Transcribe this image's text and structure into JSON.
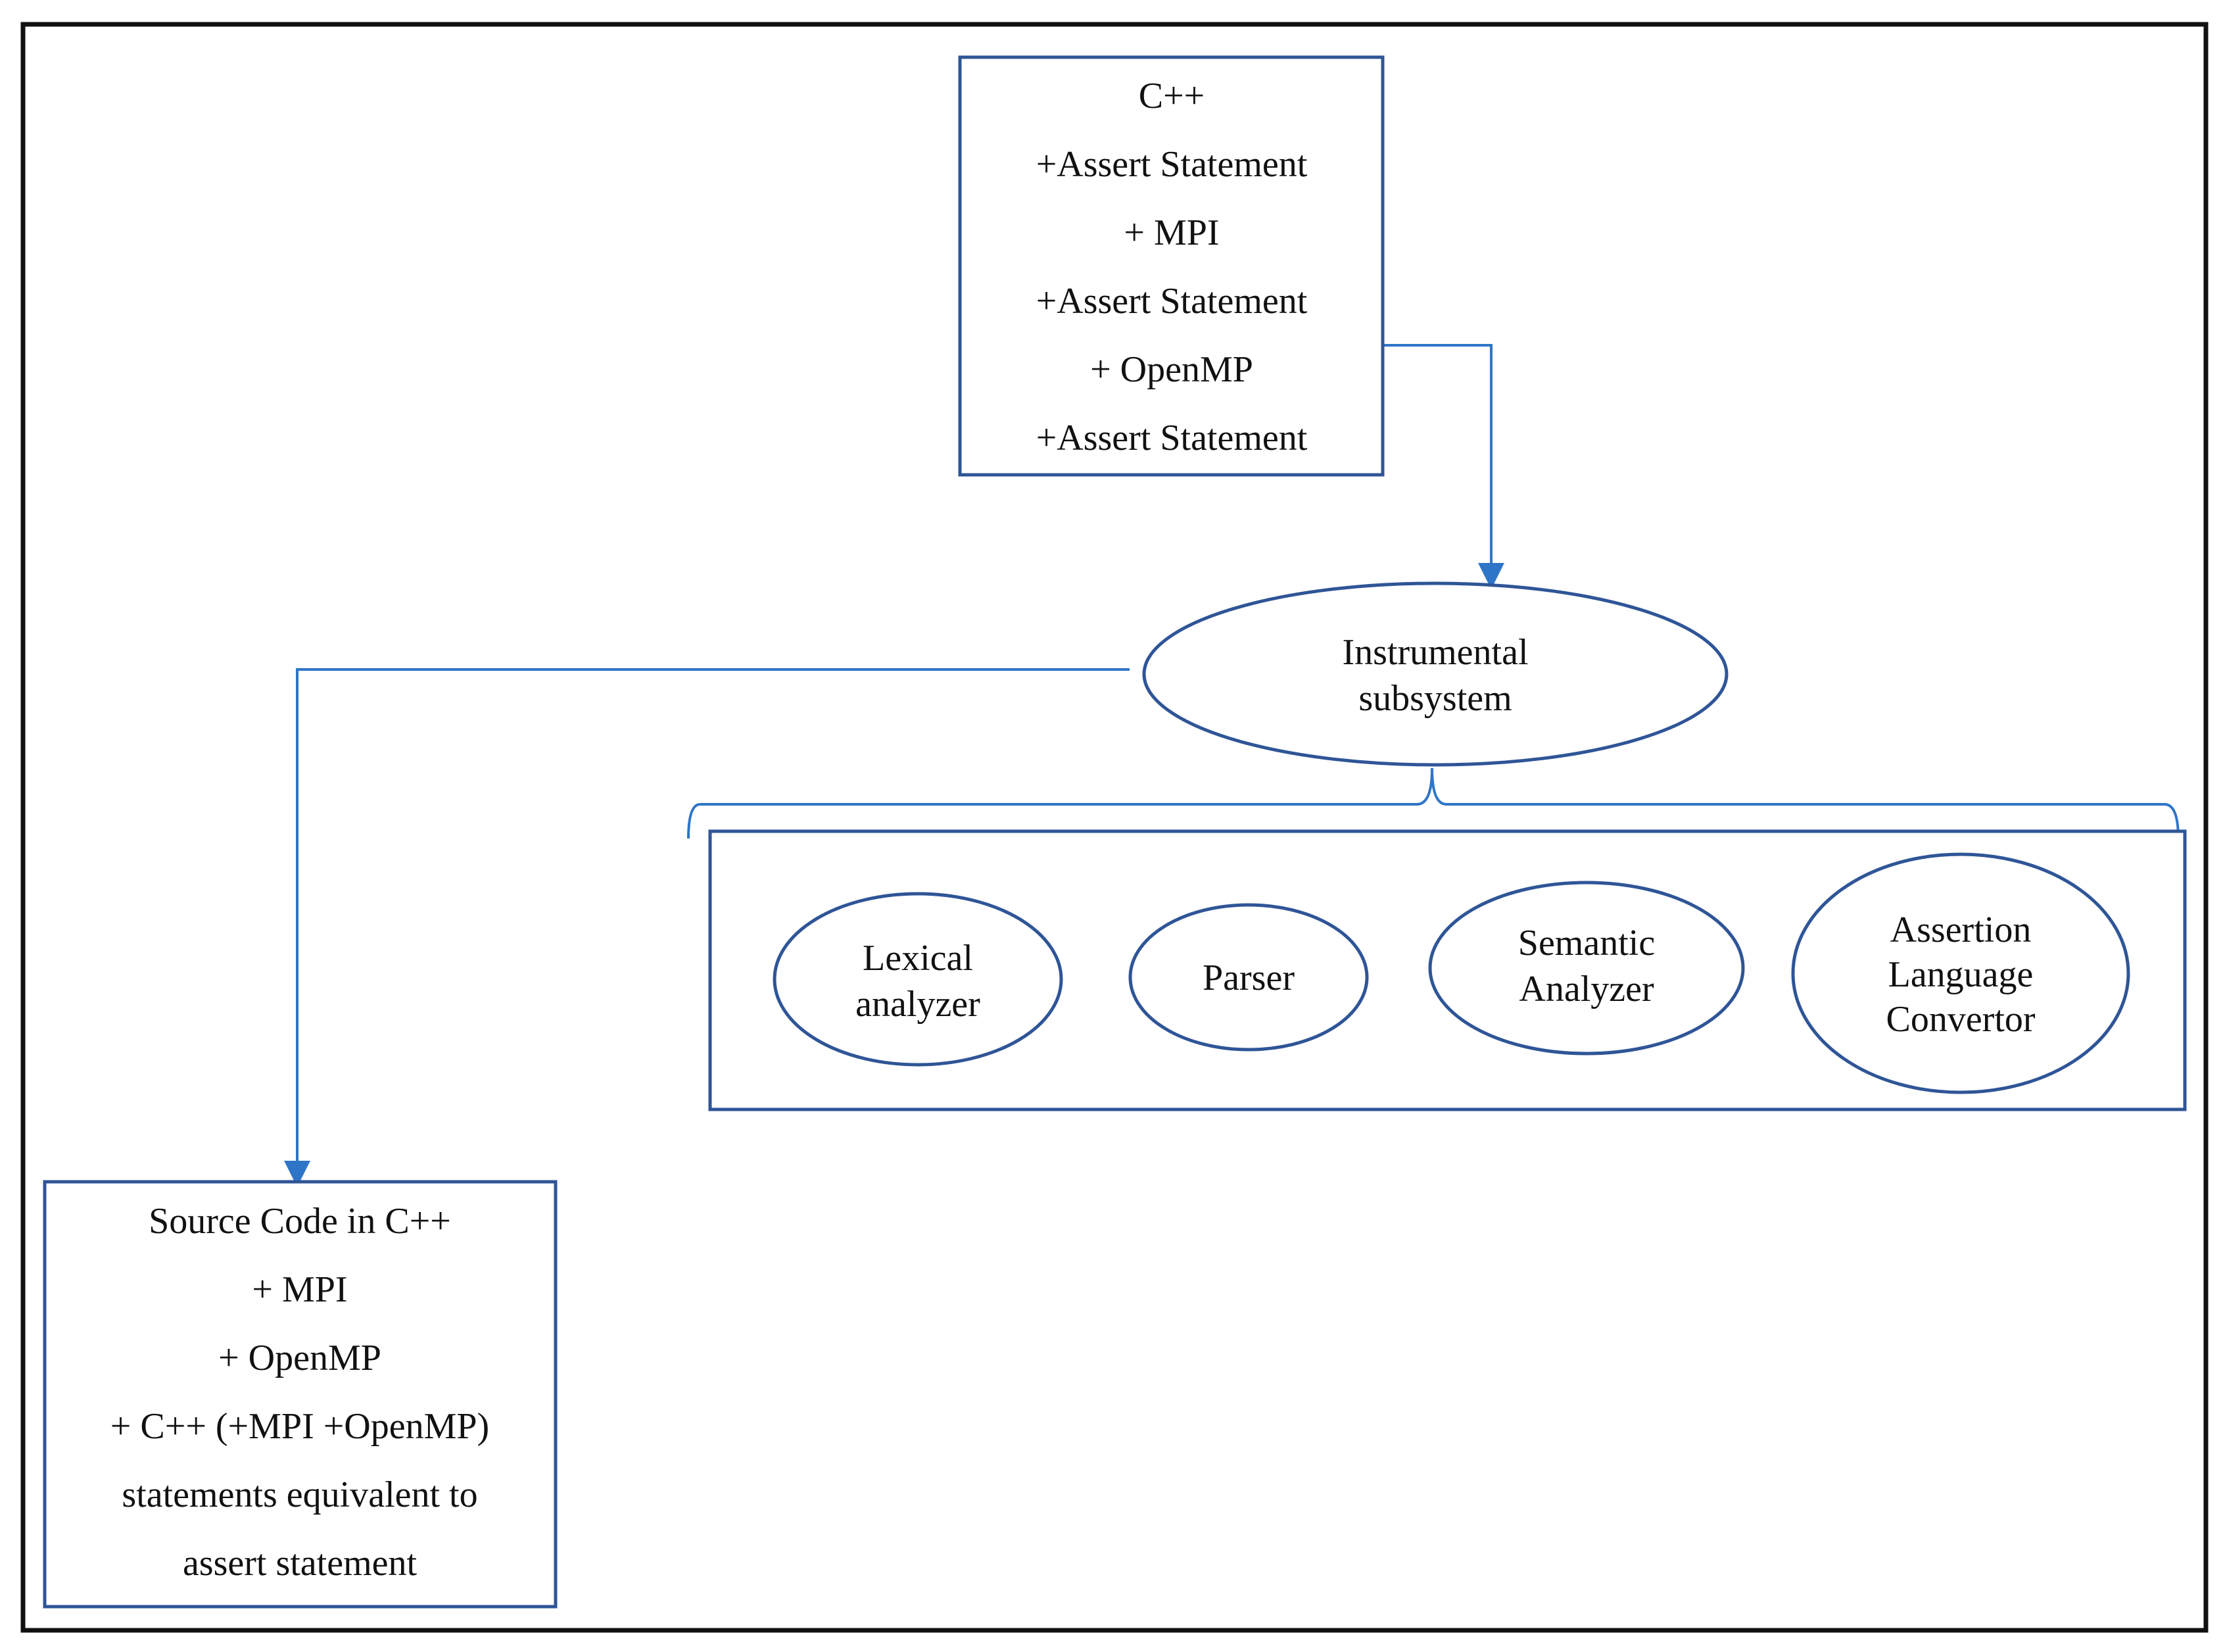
{
  "colors": {
    "border": "#2F5597",
    "connector": "#2E75C8",
    "frame": "#111111"
  },
  "input_box": {
    "lines": [
      "C++",
      "+Assert Statement",
      "+ MPI",
      "+Assert Statement",
      "+ OpenMP",
      "+Assert Statement"
    ]
  },
  "instrumental": {
    "lines": [
      "Instrumental",
      "subsystem"
    ]
  },
  "components": [
    {
      "lines": [
        "Lexical",
        "analyzer"
      ]
    },
    {
      "lines": [
        "Parser"
      ]
    },
    {
      "lines": [
        "Semantic",
        "Analyzer"
      ]
    },
    {
      "lines": [
        "Assertion",
        "Language",
        "Convertor"
      ]
    }
  ],
  "output_box": {
    "lines": [
      "Source Code in C++",
      "+ MPI",
      "+ OpenMP",
      "+ C++ (+MPI +OpenMP)",
      "statements equivalent to",
      "assert statement"
    ]
  }
}
